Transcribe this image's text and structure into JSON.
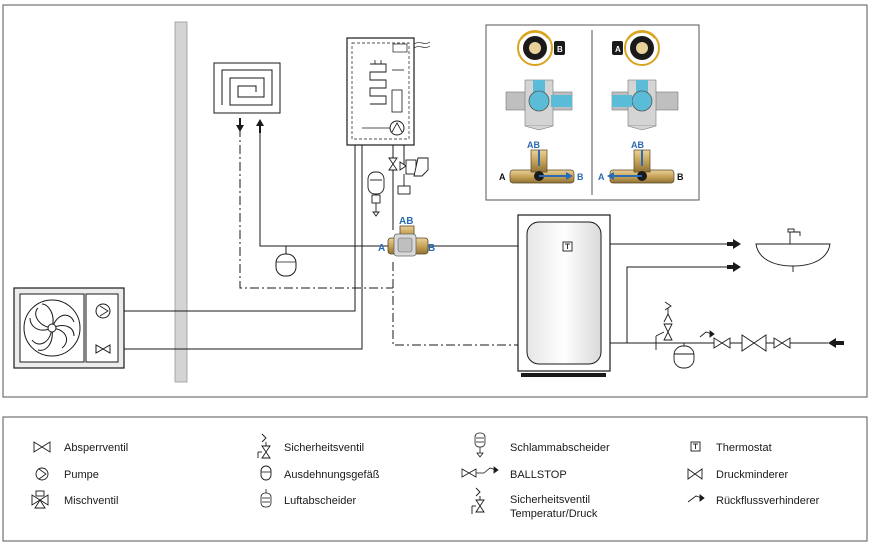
{
  "ports": {
    "main_a": "A",
    "main_ab": "AB",
    "main_b": "B",
    "inset_left_a": "A",
    "inset_left_ab": "AB",
    "inset_left_b": "B",
    "inset_right_a": "A",
    "inset_right_ab": "AB",
    "inset_right_b": "B",
    "knob_left": "B",
    "knob_right": "A"
  },
  "legend": {
    "absperrventil": "Absperrventil",
    "pumpe": "Pumpe",
    "mischventil": "Mischventil",
    "sicherheitsventil": "Sicherheitsventil",
    "ausdehnungsgefaess": "Ausdehnungsgefäß",
    "luftabscheider": "Luftabscheider",
    "schlammabscheider": "Schlammabscheider",
    "ballstop": "BALLSTOP",
    "sicherheitsventil_td_1": "Sicherheitsventil",
    "sicherheitsventil_td_2": "Temperatur/Druck",
    "thermostat": "Thermostat",
    "druckminderer": "Druckminderer",
    "rueckfluss": "Rückflussverhinderer"
  },
  "colors": {
    "blue": "#2a6bb3",
    "water_blue": "#5bbcd8",
    "brass": "#c8a45a",
    "line": "#1a1a1a",
    "wall": "#cfcfcf"
  }
}
